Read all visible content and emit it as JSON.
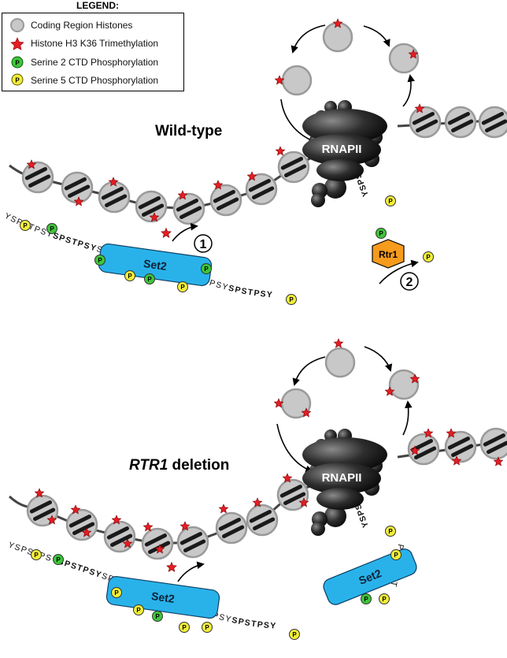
{
  "legend": {
    "title": "LEGEND:",
    "items": [
      {
        "label": "Coding Region Histones",
        "icon": "gray-circle-icon"
      },
      {
        "label": "Histone H3 K36 Trimethylation",
        "icon": "red-star-icon"
      },
      {
        "label": "Serine 2 CTD Phosphorylation",
        "icon": "green-p-circle-icon"
      },
      {
        "label": "Serine 5 CTD Phosphorylation",
        "icon": "yellow-p-circle-icon"
      }
    ]
  },
  "wildtype": {
    "title": "Wild-type",
    "rnapii_label": "RNAPII",
    "set2_label": "Set2",
    "rtr1_label": "Rtr1",
    "step1": "1",
    "step2": "2"
  },
  "deletion": {
    "title_italic": "RTR1",
    "title_rest": " deletion",
    "rnapii_label": "RNAPII",
    "set2_label": "Set2",
    "set2b_label": "Set2"
  },
  "phospho_letter": "P",
  "colors": {
    "histone_fill": "#c8c8c8",
    "histone_stroke": "#9a9a9a",
    "star": "#e31e24",
    "ser2": "#3ec63a",
    "ser5": "#f2ee38",
    "set2": "#29b2ea",
    "rtr1": "#f59b1d",
    "rnapii": "#2a2a2a"
  }
}
